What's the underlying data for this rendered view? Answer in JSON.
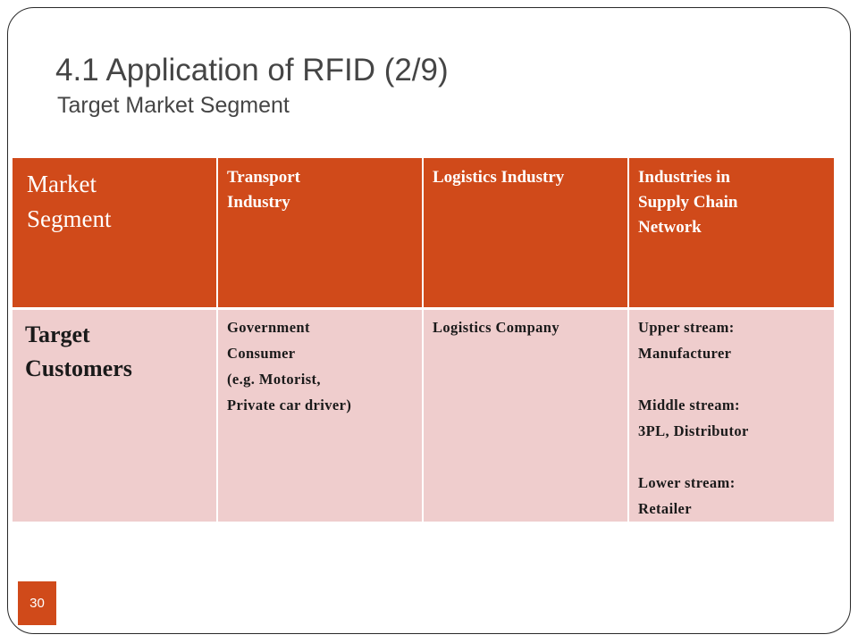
{
  "slide": {
    "title": "4.1 Application of RFID (2/9)",
    "subtitle": "Target Market Segment",
    "page_number": "30"
  },
  "table": {
    "header": {
      "row_label": [
        "Market",
        "Segment"
      ],
      "columns": [
        [
          "Transport",
          "Industry"
        ],
        [
          "Logistics Industry"
        ],
        [
          "Industries in",
          "Supply Chain",
          "Network"
        ]
      ]
    },
    "target": {
      "row_label": [
        "Target",
        "Customers"
      ],
      "transport": [
        "Government",
        "Consumer",
        "(e.g. Motorist,",
        "Private car driver)"
      ],
      "logistics": [
        "Logistics Company"
      ],
      "supply_chain": {
        "upper": [
          "Upper stream:",
          "Manufacturer"
        ],
        "middle": [
          "Middle stream:",
          "3PL, Distributor"
        ],
        "lower": [
          "Lower stream:",
          "Retailer"
        ]
      }
    }
  },
  "colors": {
    "header_fill": "#d04a1a",
    "body_fill": "#efcdcd",
    "title_text": "#454545"
  }
}
